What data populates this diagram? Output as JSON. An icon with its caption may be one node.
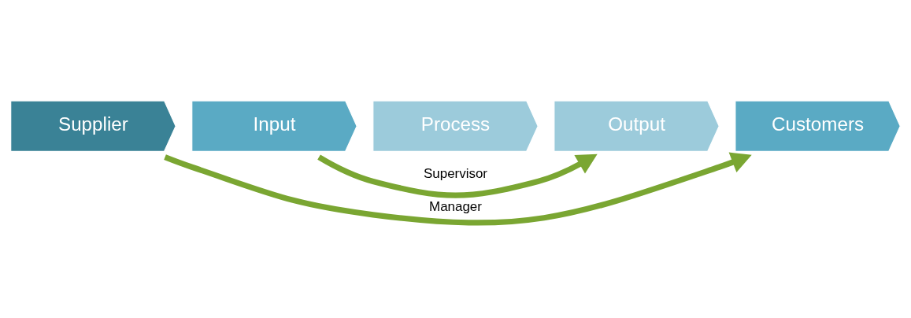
{
  "diagram": {
    "nodes": [
      {
        "text": [
          "Supplier"
        ]
      },
      {
        "text": [
          "Input"
        ]
      },
      {
        "text": [
          "Process"
        ]
      },
      {
        "text": [
          "Output"
        ]
      },
      {
        "text": [
          "Customers"
        ]
      }
    ],
    "edges": [
      {
        "from": 0,
        "to": 4,
        "arrow": "to",
        "label": "Manager"
      },
      {
        "from": 1,
        "to": 3,
        "arrow": "to",
        "label": "Supervisor"
      }
    ]
  }
}
